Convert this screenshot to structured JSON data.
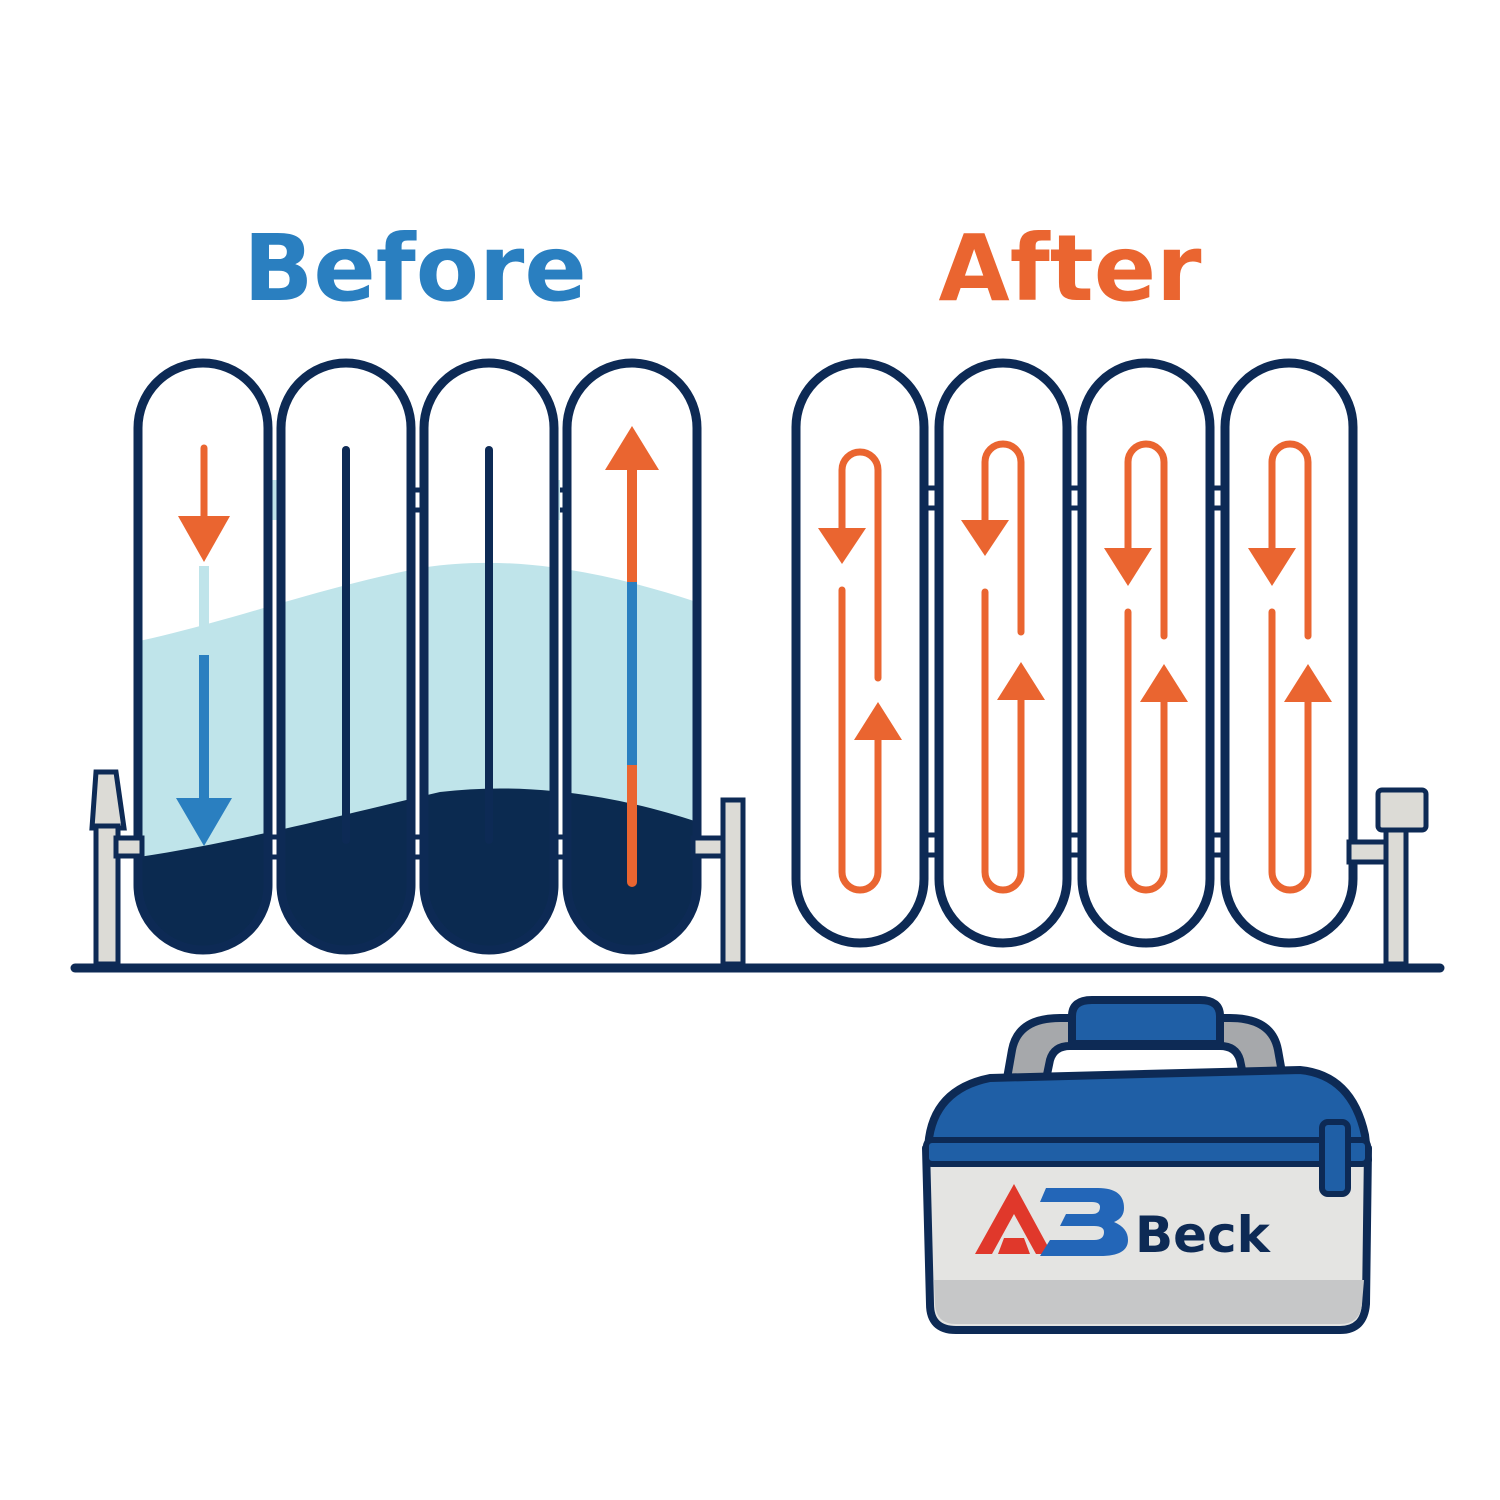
{
  "colors": {
    "navy": "#0d2a55",
    "before_blue": "#2a7fc0",
    "after_orange": "#ea6530",
    "sludge_navy": "#0b2a50",
    "water_light": "#bfe4ea",
    "toolbox_blue": "#1f5fa6",
    "toolbox_body": "#e4e4e2",
    "handle_grey": "#a6a8ab",
    "logo_red": "#e0382b",
    "logo_blue": "#2366b8",
    "valve_grey": "#dcdbd6"
  },
  "headings": {
    "before": "Before",
    "after": "After"
  },
  "toolbox": {
    "brand_text": "Beck",
    "logo_letters": "AB"
  },
  "icons": {
    "flow_down": "arrow-down-icon",
    "flow_up": "arrow-up-icon",
    "loop": "circulation-loop-icon"
  }
}
